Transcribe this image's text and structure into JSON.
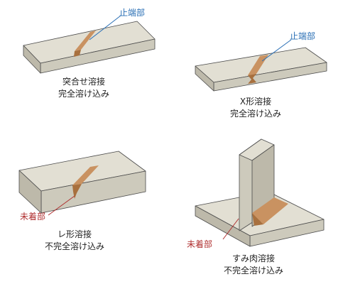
{
  "colors": {
    "plate_top": "#e2dfd3",
    "plate_front": "#cdcabc",
    "plate_side": "#bdb9aa",
    "edge": "#4b4b4b",
    "weld": "#c99261",
    "weld_dark": "#a8703e",
    "callout_blue": "#2a6fb5",
    "callout_red": "#b03030"
  },
  "panels": [
    {
      "caption_line1": "突合せ溶接",
      "caption_line2": "完全溶け込み",
      "callout": "止端部"
    },
    {
      "caption_line1": "X形溶接",
      "caption_line2": "完全溶け込み",
      "callout": "止端部"
    },
    {
      "caption_line1": "レ形溶接",
      "caption_line2": "不完全溶け込み",
      "callout": "未着部"
    },
    {
      "caption_line1": "すみ肉溶接",
      "caption_line2": "不完全溶け込み",
      "callout": "未着部"
    }
  ]
}
